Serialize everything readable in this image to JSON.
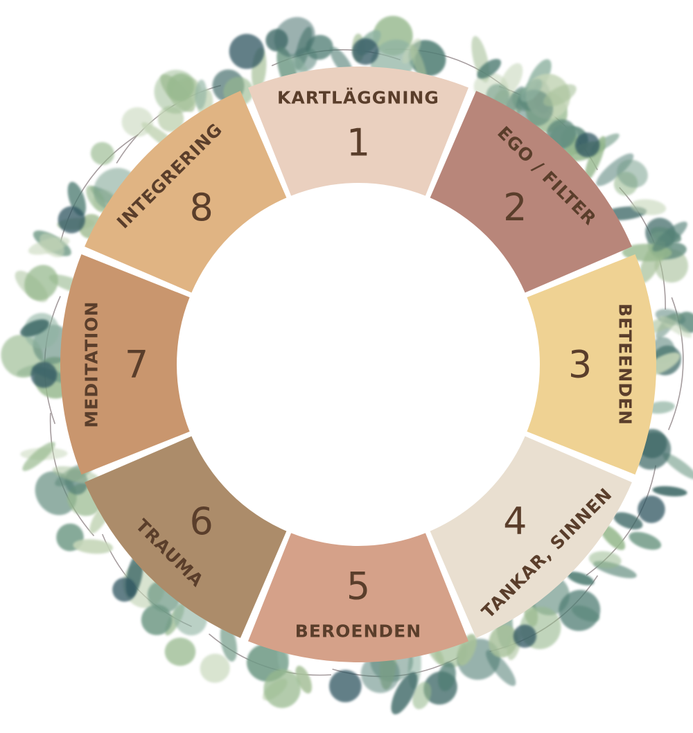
{
  "wheel": {
    "text_color": "#5a3e2b",
    "center_color": "#ffffff",
    "segments": [
      {
        "number": "1",
        "label": "KARTLÄGGNING",
        "color": "#ead0bf"
      },
      {
        "number": "2",
        "label": "EGO / FILTER",
        "color": "#b8867a"
      },
      {
        "number": "3",
        "label": "BETEENDEN",
        "color": "#efd293"
      },
      {
        "number": "4",
        "label": "TANKAR, SINNEN",
        "color": "#e9dfd0"
      },
      {
        "number": "5",
        "label": "BEROENDEN",
        "color": "#d5a189"
      },
      {
        "number": "6",
        "label": "TRAUMA",
        "color": "#ac8c6a"
      },
      {
        "number": "7",
        "label": "MEDITATION",
        "color": "#c9966e"
      },
      {
        "number": "8",
        "label": "INTEGRERING",
        "color": "#e0b483"
      }
    ]
  },
  "wreath": {
    "leaf_colors": [
      "#6f9a86",
      "#8fb3a2",
      "#4f7d73",
      "#a7c19a",
      "#5e8a7c",
      "#c5d6b8",
      "#3f6b68",
      "#97b98e"
    ],
    "berry_color": "#2f5560",
    "stem_color": "#5b4a4f"
  }
}
